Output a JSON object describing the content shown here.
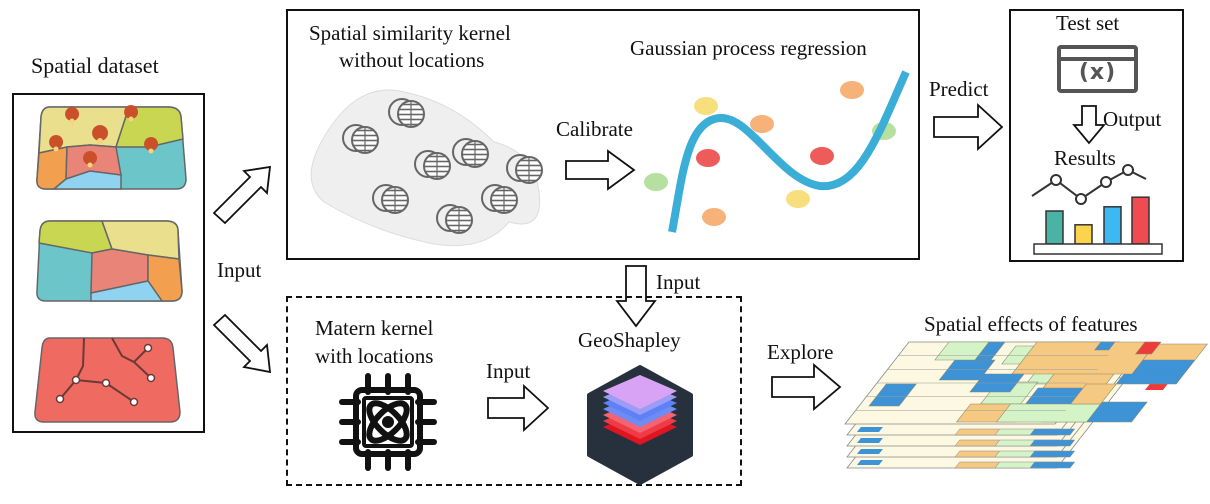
{
  "dataset_panel": {
    "title": "Spatial dataset",
    "maps": [
      {
        "name": "point-data-map",
        "kind": "polygons with location pins",
        "colors": [
          "#e9df8c",
          "#c9d651",
          "#f2a04f",
          "#e98479",
          "#6cc6c9",
          "#8fd3f0"
        ],
        "pin_color": "#c9502a"
      },
      {
        "name": "polygon-data-map",
        "kind": "voronoi polygons",
        "colors": [
          "#c9d651",
          "#e9df8c",
          "#6cc6c9",
          "#e98479",
          "#f2a04f",
          "#8fd3f0"
        ]
      },
      {
        "name": "network-data-map",
        "kind": "network lines with nodes",
        "colors": [
          "#ef6b62"
        ]
      }
    ]
  },
  "edges": {
    "input_left": "Input",
    "calibrate": "Calibrate",
    "predict": "Predict",
    "output": "Output",
    "input_down": "Input",
    "input_right": "Input",
    "explore": "Explore"
  },
  "gpr_panel": {
    "kernel_title_line1": "Spatial similarity kernel",
    "kernel_title_line2": "without locations",
    "regression_title": "Gaussian process regression",
    "point_colors": {
      "yellow": "#f7df7d",
      "orange": "#f7b27a",
      "red": "#ee5b5b",
      "green": "#b6e0a0",
      "curve": "#3aaed6"
    }
  },
  "test_panel": {
    "title": "Test set",
    "icon_label": "(x)",
    "results_title": "Results",
    "bar_colors": [
      "#4bb3a4",
      "#fcd34d",
      "#3cb9f2",
      "#f04b50"
    ],
    "bar_values": [
      0.55,
      0.32,
      0.62,
      0.78
    ]
  },
  "explain_panel": {
    "matern_line1": "Matern kernel",
    "matern_line2": "with locations",
    "geoshapley": "GeoShapley"
  },
  "effects_panel": {
    "title": "Spatial effects of features",
    "layers": 5,
    "colors": {
      "cream": "#fdf8e2",
      "mint": "#d4f4c8",
      "blue": "#3d93d6",
      "sand": "#f6c983",
      "red": "#ef3a3a"
    }
  }
}
